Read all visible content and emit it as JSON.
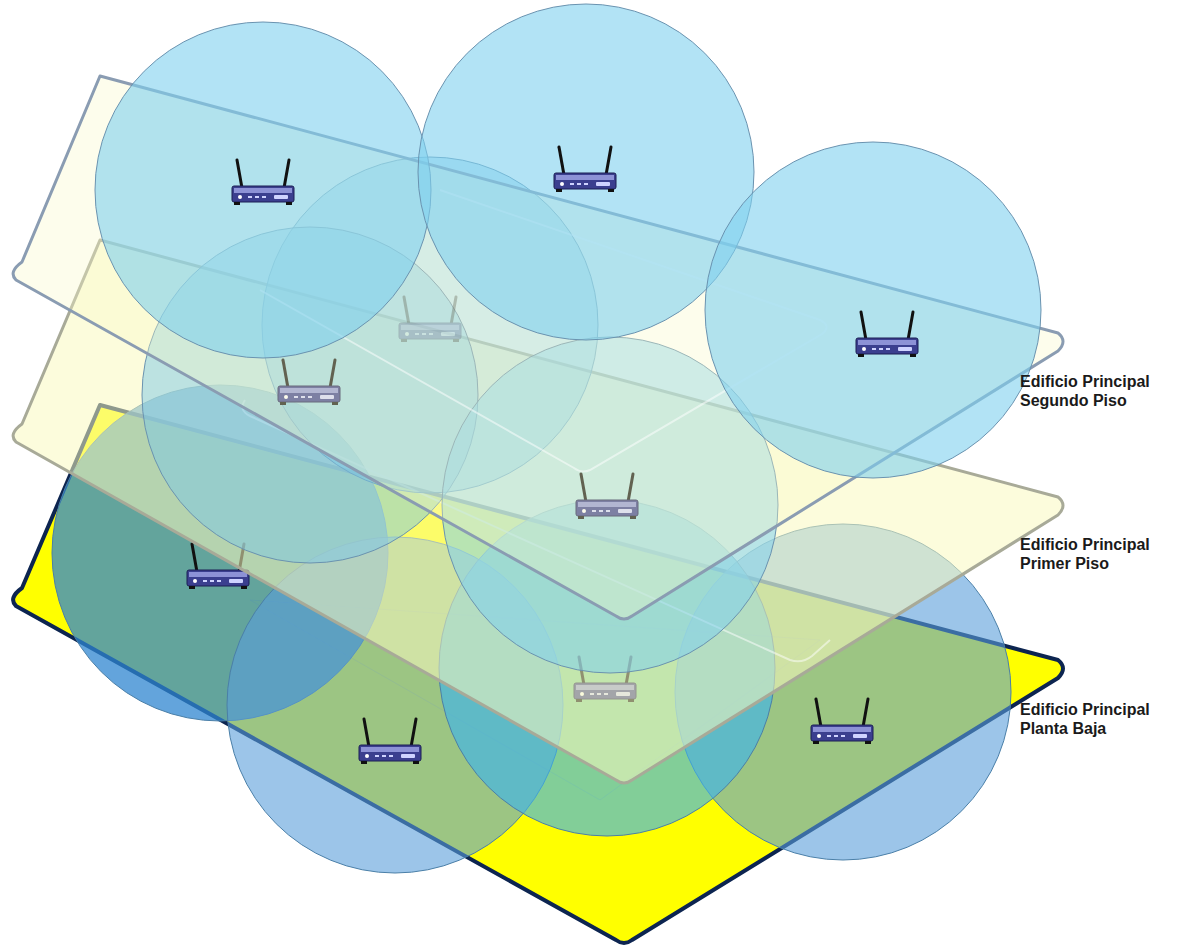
{
  "diagram": {
    "labels": [
      "Edificio Principal Segundo Piso",
      "Edificio Principal Primer Piso",
      "Edificio Principal Planta Baja"
    ]
  }
}
